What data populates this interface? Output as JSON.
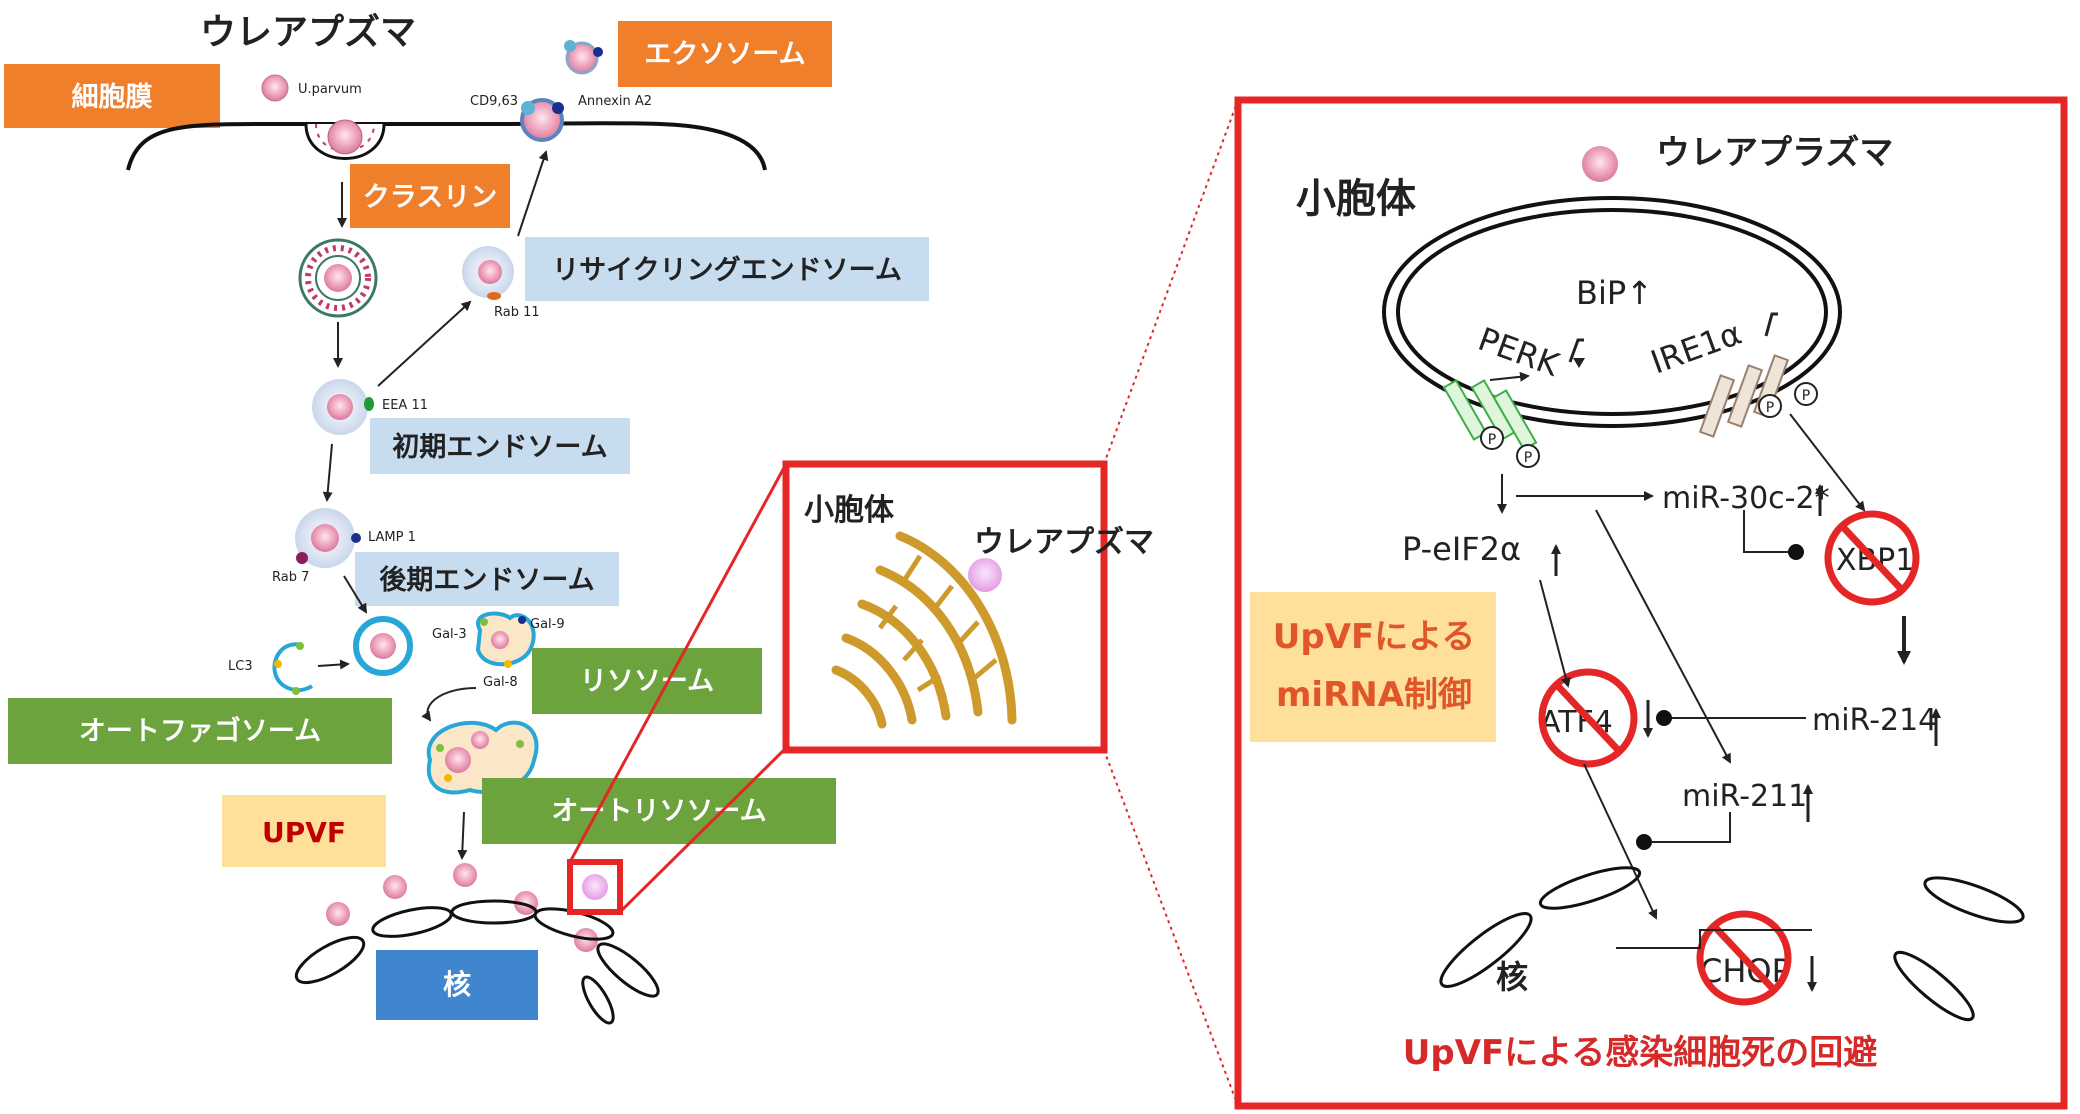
{
  "pathway": {
    "title": "ウレアプズマ",
    "cell_membrane": "細胞膜",
    "exosome": "エクソソーム",
    "clathrin": "クラスリン",
    "recycling_endosome": "リサイクリングエンドソーム",
    "early_endosome": "初期エンドソーム",
    "late_endosome": "後期エンドソーム",
    "lysosome": "リソソーム",
    "autophagosome": "オートファゴソーム",
    "autolysosome": "オートリソソーム",
    "upvf": "UPVF",
    "nucleus": "核",
    "markers": {
      "uparvum": "U.parvum",
      "cd963": "CD9,63",
      "annexin": "Annexin A2",
      "rab11": "Rab 11",
      "eea1": "EEA 11",
      "lamp1": "LAMP 1",
      "rab7": "Rab 7",
      "lc3": "LC3",
      "gal3": "Gal-3",
      "gal9": "Gal-9",
      "gal8": "Gal-8"
    }
  },
  "er_zoom": {
    "er_label": "小胞体",
    "ureaplasma": "ウレアプズマ"
  },
  "detail": {
    "er_label": "小胞体",
    "ureaplasma": "ウレアプラズマ",
    "bip": "BiP↑",
    "perk": "PERK",
    "ire1": "IRE1α",
    "p_eif2a": "P-eIF2α",
    "mir30": "miR-30c-2*",
    "xbp1": "XBP1",
    "atf4": "ATF4",
    "mir214": "miR-214",
    "mir211": "miR-211",
    "chop": "CHOP",
    "nucleus": "核",
    "phospho": "P",
    "upvf_mirna_line1": "UpVFによる",
    "upvf_mirna_line2": "miRNA制御",
    "conclusion": "UpVFによる感染細胞死の回避"
  },
  "colors": {
    "orange": "#f07f2c",
    "light_blue": "#c8dcf0",
    "green": "#6ca33c",
    "yellow": "#ffe09a",
    "nucleus_blue": "#3f86cf",
    "red": "#e52626",
    "upvf_red": "#c00000"
  }
}
